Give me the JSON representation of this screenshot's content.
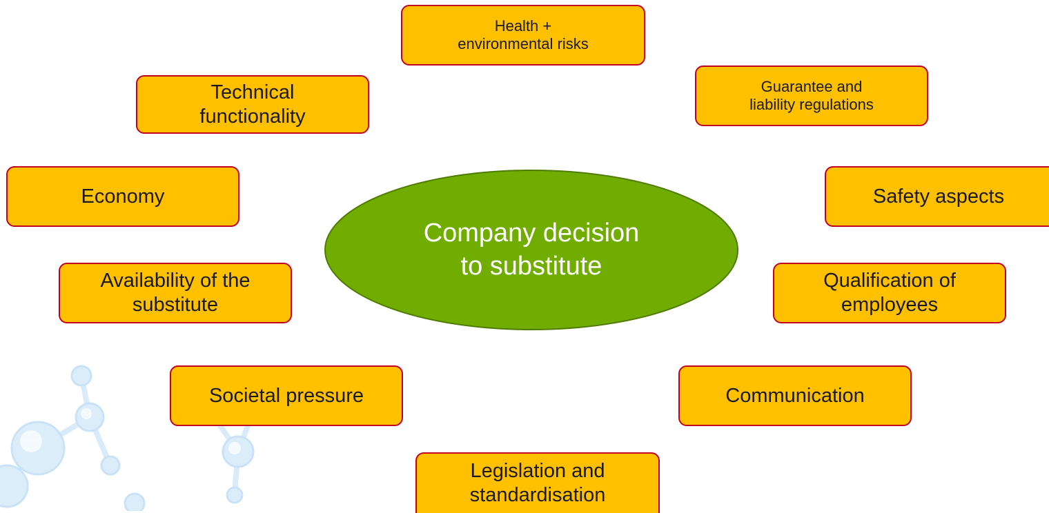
{
  "colors": {
    "box_fill": "#ffc000",
    "box_border": "#c0001e",
    "center_fill": "#70ad00",
    "center_border": "#4f7c00",
    "center_text": "#ffffff",
    "molecule": "#d6e9f8"
  },
  "center": {
    "label": "Company decision\nto substitute"
  },
  "factors": {
    "health": "Health +\nenvironmental risks",
    "technical": "Technical\nfunctionality",
    "guarantee": "Guarantee and\nliability regulations",
    "economy": "Economy",
    "safety": "Safety aspects",
    "availability": "Availability of the\nsubstitute",
    "qualification": "Qualification of\nemployees",
    "societal": "Societal pressure",
    "communication": "Communication",
    "legislation": "Legislation and\nstandardisation"
  }
}
